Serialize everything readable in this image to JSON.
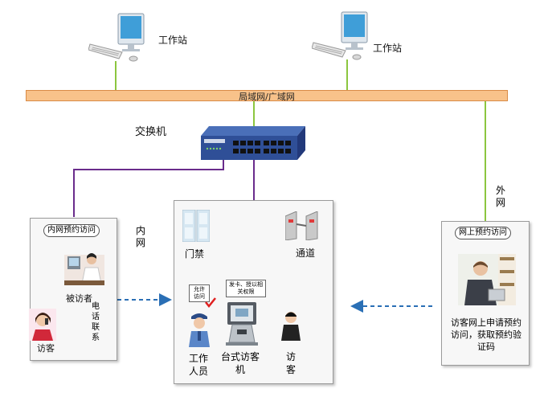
{
  "workstation_left_label": "工作站",
  "workstation_right_label": "工作站",
  "network_label": "局域网/广域网",
  "switch_label": "交换机",
  "inner_network_label": "内网",
  "outer_network_label": "外网",
  "left_panel": {
    "title": "内网预约访问",
    "host_label": "被访者",
    "phone_label": "电话联系",
    "visitor_label": "访客"
  },
  "center_panel": {
    "gate_label": "门禁",
    "channel_label": "通道",
    "allow_label": "允许访问",
    "card_label": "发卡、授以相关权限",
    "staff_label": "工作人员",
    "kiosk_label": "台式访客机",
    "visitor_label": "访客"
  },
  "right_panel": {
    "title": "网上预约访问",
    "description": "访客网上申请预约访问，获取预约验证码"
  },
  "colors": {
    "bus_fill": "#f8c28a",
    "green_wire": "#8cc63f",
    "purple_wire": "#6a2c8c",
    "dashed_arrow": "#2a6fb5",
    "red_arrow": "#e02020"
  }
}
